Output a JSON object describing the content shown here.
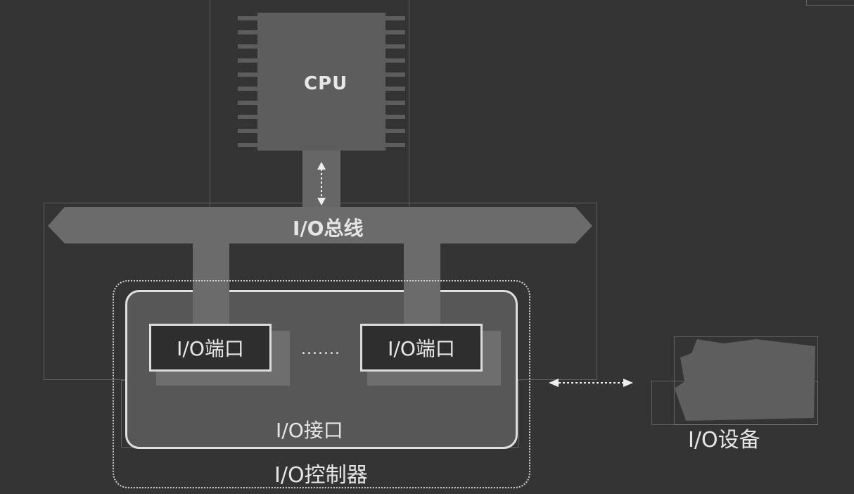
{
  "diagram": {
    "cpu_label": "CPU",
    "bus_label": "I/O总线",
    "port_left_label": "I/O端口",
    "port_right_label": "I/O端口",
    "ellipsis": ".......",
    "interface_label": "I/O接口",
    "controller_label": "I/O控制器",
    "device_label": "I/O设备"
  }
}
